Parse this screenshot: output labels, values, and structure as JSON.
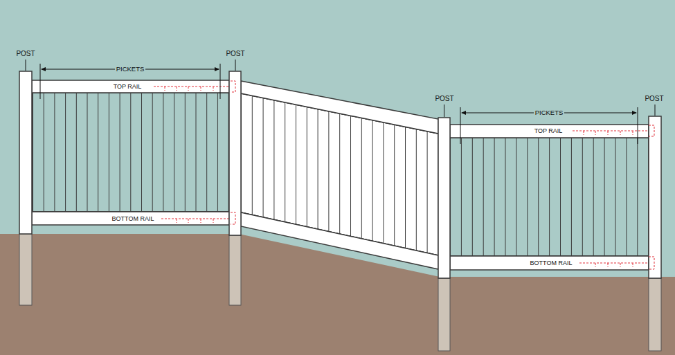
{
  "diagram": {
    "labels": [
      "POST",
      "PICKETS",
      "POST",
      "TOP RAIL",
      "BOTTOM RAIL",
      "POST",
      "PICKETS",
      "POST",
      "TOP RAIL",
      "BOTTOM RAIL"
    ]
  }
}
